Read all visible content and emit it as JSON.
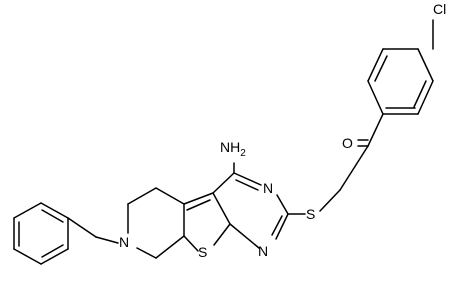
{
  "molecule": {
    "atoms": {
      "amine": "NH",
      "amine_sub": "2",
      "carbonyl_oxygen": "O",
      "chlorine": "Cl",
      "pyrimidine_n_upper": "N",
      "pyrimidine_n_lower": "N",
      "thioether_s": "S",
      "thiophene_s": "S",
      "piperidine_n": "N"
    }
  }
}
